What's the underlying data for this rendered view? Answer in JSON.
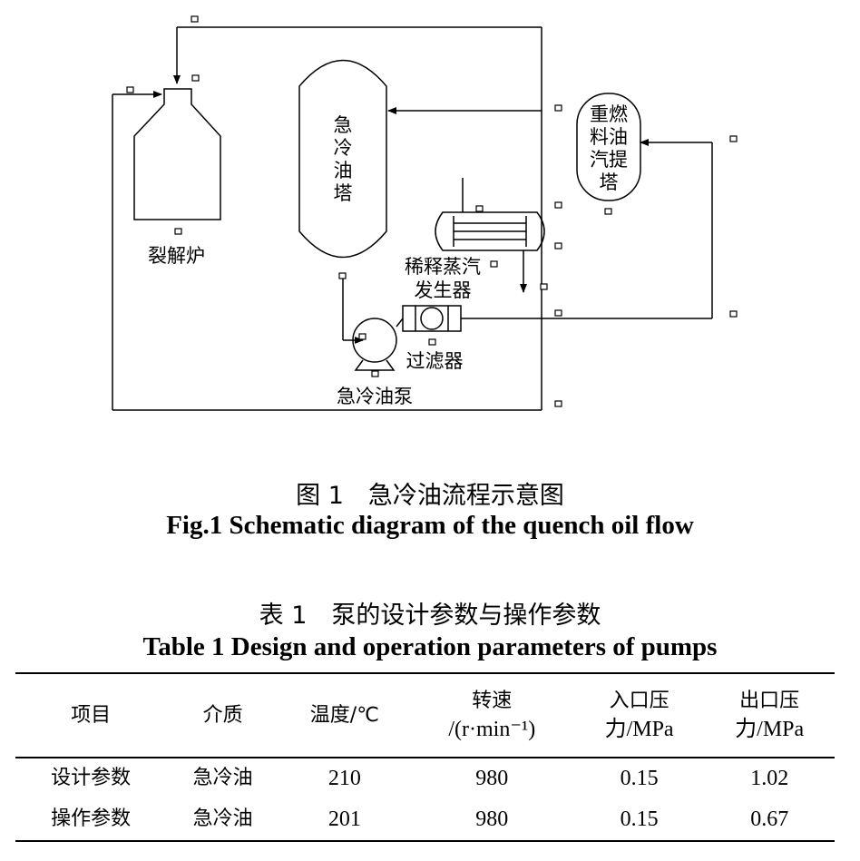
{
  "diagram": {
    "labels": {
      "cracking_furnace": "裂解炉",
      "quench_tower_chars": [
        "急",
        "冷",
        "油",
        "塔"
      ],
      "stripper_lines": [
        "重燃",
        "料油",
        "汽提",
        "塔"
      ],
      "dilution_steam_line1": "稀释蒸汽",
      "dilution_steam_line2": "发生器",
      "filter": "过滤器",
      "quench_pump": "急冷油泵"
    }
  },
  "figure_caption": {
    "cn": "图 1　急冷油流程示意图",
    "en": "Fig.1 Schematic diagram of the quench oil flow"
  },
  "table_caption": {
    "cn": "表 1　泵的设计参数与操作参数",
    "en": "Table 1 Design and operation parameters of pumps"
  },
  "table": {
    "headers": [
      {
        "line1": "项目",
        "line2": ""
      },
      {
        "line1": "介质",
        "line2": ""
      },
      {
        "line1": "温度/℃",
        "line2": ""
      },
      {
        "line1": "转速",
        "line2": "/(r·min⁻¹)"
      },
      {
        "line1": "入口压",
        "line2": "力/MPa"
      },
      {
        "line1": "出口压",
        "line2": "力/MPa"
      }
    ],
    "rows": [
      [
        "设计参数",
        "急冷油",
        "210",
        "980",
        "0.15",
        "1.02"
      ],
      [
        "操作参数",
        "急冷油",
        "201",
        "980",
        "0.15",
        "0.67"
      ]
    ]
  }
}
